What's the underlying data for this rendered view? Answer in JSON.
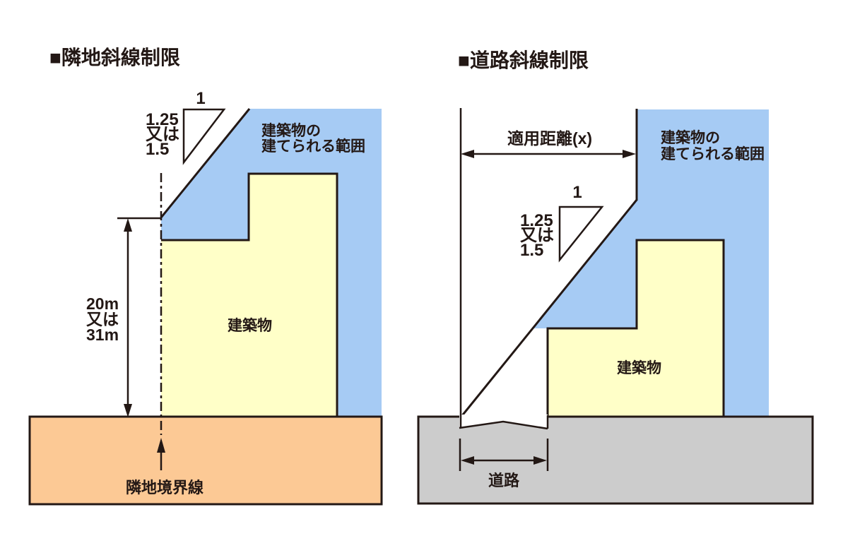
{
  "colors": {
    "region_blue": "#a6cbf4",
    "building_yellow": "#ffffc8",
    "ground_orange": "#fcc995",
    "road_gray": "#cccccc",
    "line_dark": "#231815"
  },
  "left_diagram": {
    "title": "■隣地斜線制限",
    "slope_run": "1",
    "slope_rise_lines": [
      "1.25",
      "又は",
      "1.5"
    ],
    "allowed_range_line1": "建築物の",
    "allowed_range_line2": "建てられる範囲",
    "building_label": "建築物",
    "height_line1": "20m",
    "height_line2": "又は",
    "height_line3": "31m",
    "boundary_label": "隣地境界線"
  },
  "right_diagram": {
    "title": "■道路斜線制限",
    "distance_label": "適用距離(x)",
    "slope_run": "1",
    "slope_rise_lines": [
      "1.25",
      "又は",
      "1.5"
    ],
    "allowed_range_line1": "建築物の",
    "allowed_range_line2": "建てられる範囲",
    "building_label": "建築物",
    "road_label": "道路"
  }
}
